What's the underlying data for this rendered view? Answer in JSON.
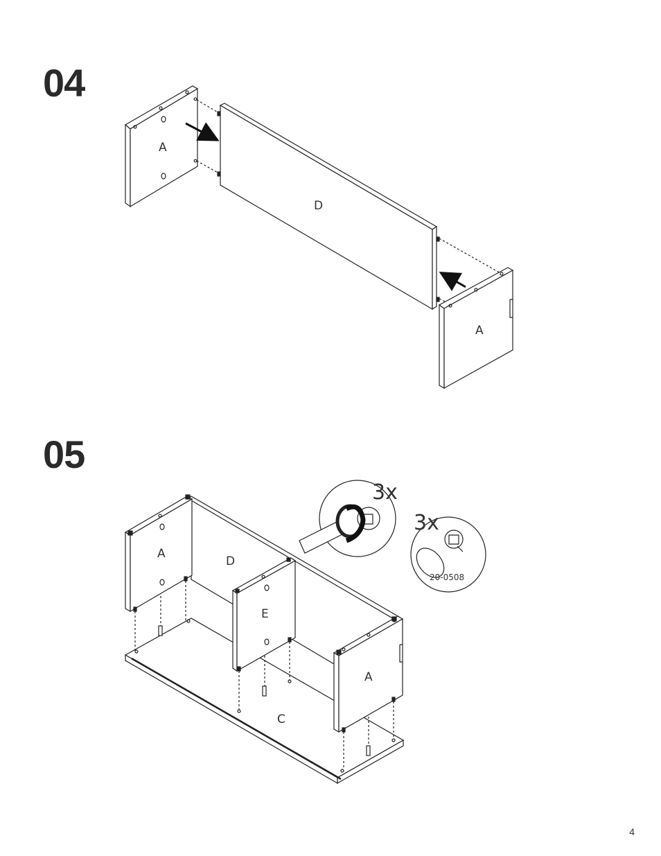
{
  "steps": [
    {
      "number": "04",
      "parts": {
        "left": "A",
        "back": "D",
        "right": "A"
      }
    },
    {
      "number": "05",
      "parts": {
        "left": "A",
        "back": "D",
        "divider": "E",
        "bottom": "C",
        "right": "A"
      },
      "callouts": [
        {
          "quantity": "3x"
        },
        {
          "quantity": "3x",
          "code": "20-0508"
        }
      ]
    }
  ],
  "page_number": "4"
}
